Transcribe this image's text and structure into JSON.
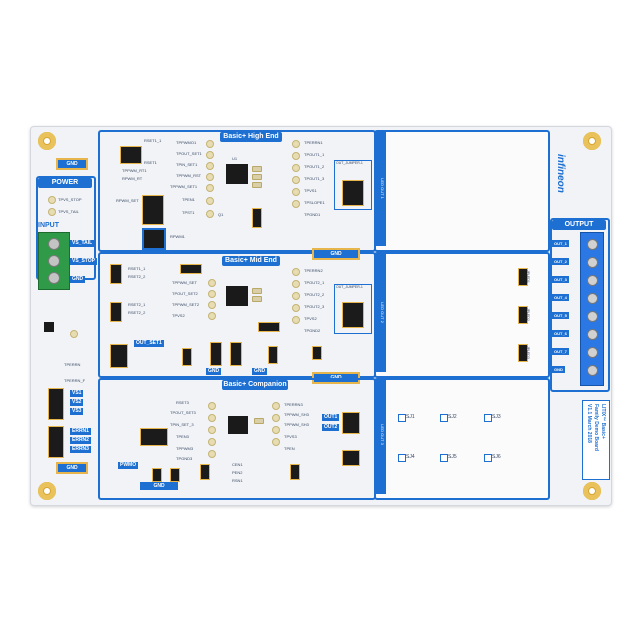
{
  "board": {
    "brand": "infineon",
    "title_lines": [
      "LITIX™ Basic+",
      "Family Demo Board",
      "V1.1 March 2018"
    ],
    "colors": {
      "accent": "#1d6fd1",
      "pcb": "#f1f3f6",
      "gold": "#d8a431"
    }
  },
  "power": {
    "header": "POWER",
    "tp_stop": "TPVS_STOP",
    "tp_tail": "TPVS_TAIL",
    "input": "INPUT",
    "vs_tail": "VS_TAIL",
    "vs_stop": "VS_STOP",
    "gnd": "GND"
  },
  "sections": {
    "high_end": "Basic+ High End",
    "mid_end": "Basic+ Mid End",
    "companion": "Basic+ Companion"
  },
  "high_end_labels": {
    "left": [
      "RSET1_1",
      "TPPWMO1",
      "RSET1",
      "TPOUT_SET1",
      "TPPWM_RT1",
      "TPIN_SET1",
      "RPWM_RT",
      "TPPWM_RST",
      "RPWM_SET",
      "TPPWM_SET1",
      "TPEN1",
      "TPST1",
      "RPWM1"
    ],
    "right": [
      "TPERRN1",
      "TPOUT1_1",
      "TPOUT1_2",
      "TPOUT1_3",
      "TPVS1",
      "TPSLOPE1",
      "TPGND1"
    ],
    "chip": "U1",
    "q": "Q1"
  },
  "mid_end_labels": {
    "left": [
      "RSET1_1",
      "RSET2_2",
      "RSET2_1",
      "RSET2_2",
      "TPPWM_SET",
      "TPOUT_SET2",
      "TPPWM_SET2",
      "TPVS2"
    ],
    "right": [
      "TPERRN2",
      "TPOUT2_1",
      "TPOUT2_2",
      "TPOUT2_3",
      "TPVS2",
      "TPGND2"
    ],
    "out_set": "OUT_SET1",
    "gnd": "GND"
  },
  "companion_labels": {
    "left": [
      "RSET3",
      "TPOUT_SET3",
      "TPIN_SET_3",
      "TPEN3",
      "TPPWM3",
      "TPGND3"
    ],
    "right": [
      "TPERRN3",
      "TPPWM_SH3",
      "TPPWM_SH3",
      "TPVS3",
      "TPEN"
    ],
    "pwmo": "PWMO",
    "gnd": "GND",
    "cen": [
      "CEN1",
      "PEN2",
      "RSN1"
    ],
    "outs": [
      "OUT1",
      "OUT2"
    ]
  },
  "left_panel": {
    "vs": [
      "VS1",
      "VS2",
      "VS3"
    ],
    "errn": [
      "ERRN1",
      "ERRN2",
      "ERRN3"
    ],
    "tp": [
      "TPERRN",
      "TPERRN_F"
    ]
  },
  "led_panels": {
    "jumper": "OUT_JUMPER-1",
    "labels": [
      "LED OUT 1",
      "LED OUT 2",
      "LED OUT 3"
    ],
    "jp": [
      "JPLED1",
      "JPLED2",
      "JPLED3"
    ],
    "sj": [
      "SJ1",
      "SJ2",
      "SJ3",
      "SJ4",
      "SJ5",
      "SJ6"
    ],
    "gnd": "GND"
  },
  "output": {
    "header": "OUTPUT",
    "pins": [
      "OUT_1",
      "OUT_2",
      "OUT_3",
      "OUT_4",
      "OUT_5",
      "OUT_6",
      "OUT_7",
      "OUT_8"
    ],
    "gnd": "GND"
  }
}
